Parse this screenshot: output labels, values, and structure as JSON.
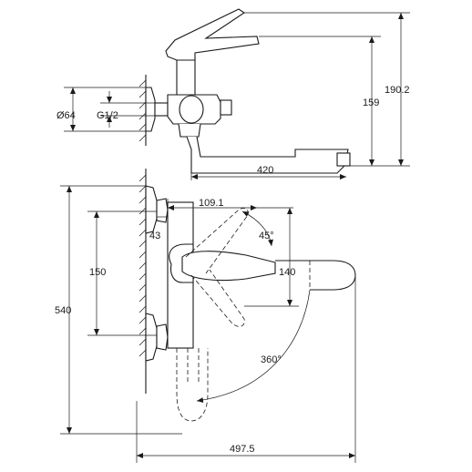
{
  "dimensions": {
    "height_total": "190.2",
    "height_outlet": "159",
    "spout_length": "420",
    "flange_diameter": "Ø64",
    "thread": "G1/2",
    "offset_top": "109.1",
    "offset_small": "43",
    "angle_lever": "45°",
    "centers": "150",
    "handle_height": "140",
    "overall_height": "540",
    "rotation": "360°",
    "overall_width": "497.5"
  }
}
